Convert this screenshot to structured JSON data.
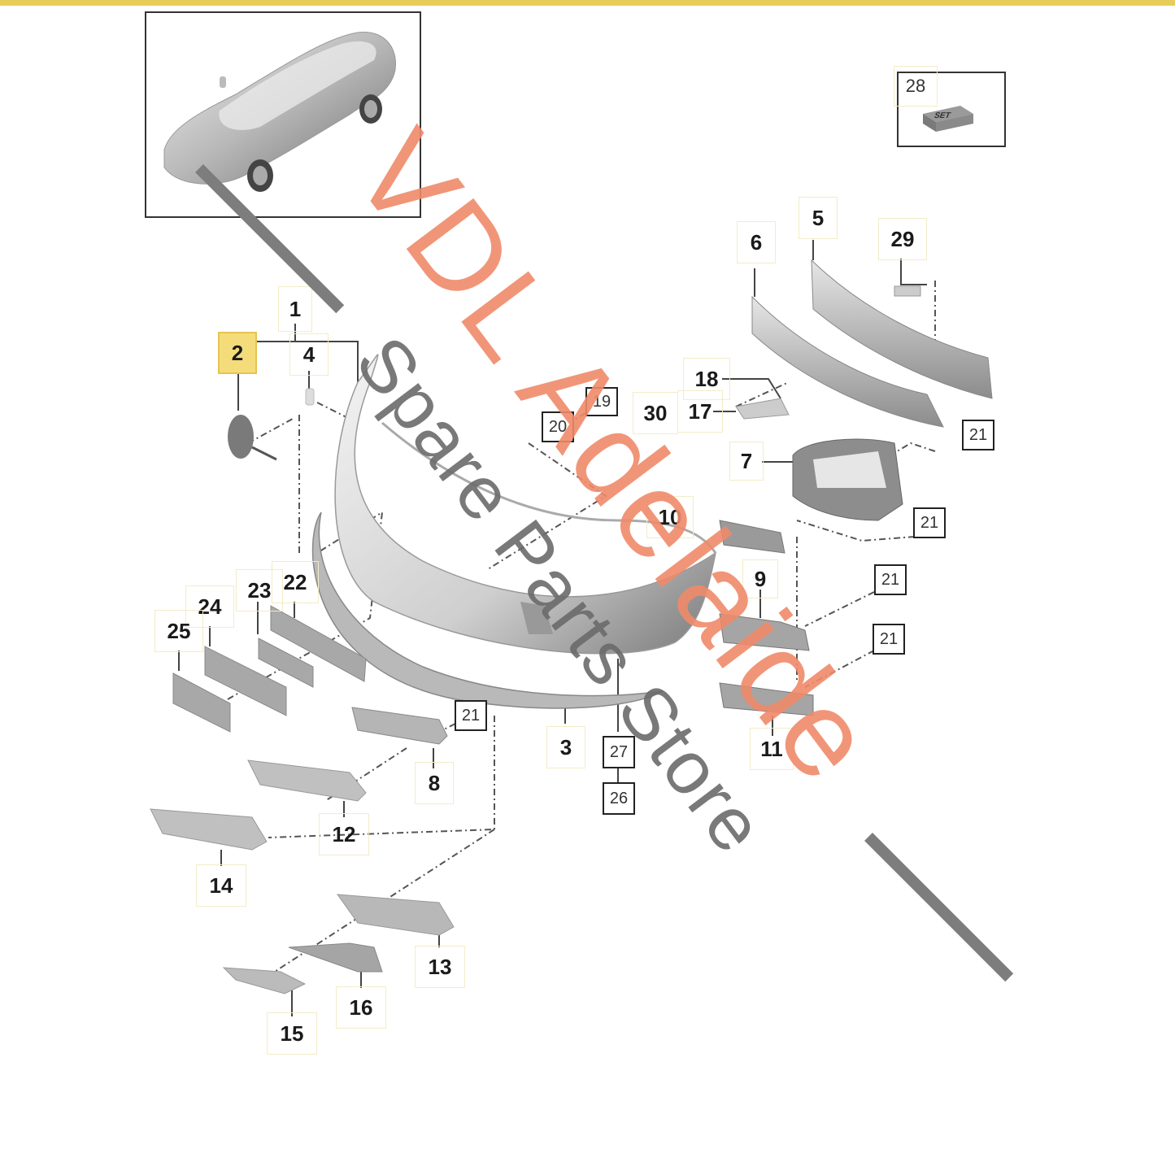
{
  "page": {
    "accent_color": "#e8cc5a",
    "selected_label_color": "#f5dc7a",
    "watermark_primary_color": "#f08a6a",
    "watermark_secondary_color": "#6b6b6b"
  },
  "overview": {
    "icon": "car-overview-icon",
    "description": "Vehicle overview thumbnail"
  },
  "kit": {
    "label": "28",
    "icon": "set-kit-icon",
    "kit_text": "SET"
  },
  "watermark": {
    "line1": "VDL Adelaide",
    "line2": "Spare Parts Store"
  },
  "labels": [
    {
      "id": "1",
      "text": "1",
      "style": "plain"
    },
    {
      "id": "2",
      "text": "2",
      "style": "selected"
    },
    {
      "id": "3",
      "text": "3",
      "style": "plain"
    },
    {
      "id": "4",
      "text": "4",
      "style": "plain"
    },
    {
      "id": "5",
      "text": "5",
      "style": "plain"
    },
    {
      "id": "6",
      "text": "6",
      "style": "plain"
    },
    {
      "id": "7",
      "text": "7",
      "style": "plain"
    },
    {
      "id": "8",
      "text": "8",
      "style": "plain"
    },
    {
      "id": "9",
      "text": "9",
      "style": "plain"
    },
    {
      "id": "10",
      "text": "10",
      "style": "plain"
    },
    {
      "id": "11",
      "text": "11",
      "style": "plain"
    },
    {
      "id": "12",
      "text": "12",
      "style": "plain"
    },
    {
      "id": "13",
      "text": "13",
      "style": "plain"
    },
    {
      "id": "14",
      "text": "14",
      "style": "plain"
    },
    {
      "id": "15",
      "text": "15",
      "style": "plain"
    },
    {
      "id": "16",
      "text": "16",
      "style": "plain"
    },
    {
      "id": "17",
      "text": "17",
      "style": "plain"
    },
    {
      "id": "18",
      "text": "18",
      "style": "plain"
    },
    {
      "id": "19",
      "text": "19",
      "style": "boxed"
    },
    {
      "id": "20",
      "text": "20",
      "style": "boxed"
    },
    {
      "id": "21a",
      "text": "21",
      "style": "boxed"
    },
    {
      "id": "21b",
      "text": "21",
      "style": "boxed"
    },
    {
      "id": "21c",
      "text": "21",
      "style": "boxed"
    },
    {
      "id": "21d",
      "text": "21",
      "style": "boxed"
    },
    {
      "id": "21e",
      "text": "21",
      "style": "boxed"
    },
    {
      "id": "22",
      "text": "22",
      "style": "plain"
    },
    {
      "id": "23",
      "text": "23",
      "style": "plain"
    },
    {
      "id": "24",
      "text": "24",
      "style": "plain"
    },
    {
      "id": "25",
      "text": "25",
      "style": "plain"
    },
    {
      "id": "26",
      "text": "26",
      "style": "boxed"
    },
    {
      "id": "27",
      "text": "27",
      "style": "boxed"
    },
    {
      "id": "29",
      "text": "29",
      "style": "plain"
    },
    {
      "id": "30",
      "text": "30",
      "style": "plain"
    }
  ],
  "parts": [
    {
      "name": "front-bumper-cover",
      "label": "1"
    },
    {
      "name": "tow-hook-cover",
      "label": "2"
    },
    {
      "name": "front-spoiler-lip",
      "label": "3"
    },
    {
      "name": "clip",
      "label": "4"
    },
    {
      "name": "upper-bumper-reinforcement",
      "label": "5"
    },
    {
      "name": "lower-bumper-reinforcement",
      "label": "6"
    },
    {
      "name": "bracket-carrier",
      "label": "7"
    },
    {
      "name": "side-grille-left-small",
      "label": "8"
    },
    {
      "name": "side-grille-right",
      "label": "9"
    },
    {
      "name": "air-duct-grille",
      "label": "10"
    },
    {
      "name": "lower-side-grille-right",
      "label": "11"
    },
    {
      "name": "grille-trim-12",
      "label": "12"
    },
    {
      "name": "grille-trim-13",
      "label": "13"
    },
    {
      "name": "grille-trim-14",
      "label": "14"
    },
    {
      "name": "trim-bracket-15",
      "label": "15"
    },
    {
      "name": "trim-cap-16",
      "label": "16"
    },
    {
      "name": "bracket-17",
      "label": "17"
    },
    {
      "name": "bracket-18",
      "label": "18"
    },
    {
      "name": "screw-19",
      "label": "19"
    },
    {
      "name": "screw-20",
      "label": "20"
    },
    {
      "name": "screw-21",
      "label": "21"
    },
    {
      "name": "plate-22",
      "label": "22"
    },
    {
      "name": "plate-23",
      "label": "23"
    },
    {
      "name": "plate-24",
      "label": "24"
    },
    {
      "name": "plate-25",
      "label": "25"
    },
    {
      "name": "fastener-26",
      "label": "26"
    },
    {
      "name": "fastener-27",
      "label": "27"
    },
    {
      "name": "repair-kit-set",
      "label": "28"
    },
    {
      "name": "mount-29",
      "label": "29"
    },
    {
      "name": "clip-30",
      "label": "30"
    }
  ]
}
